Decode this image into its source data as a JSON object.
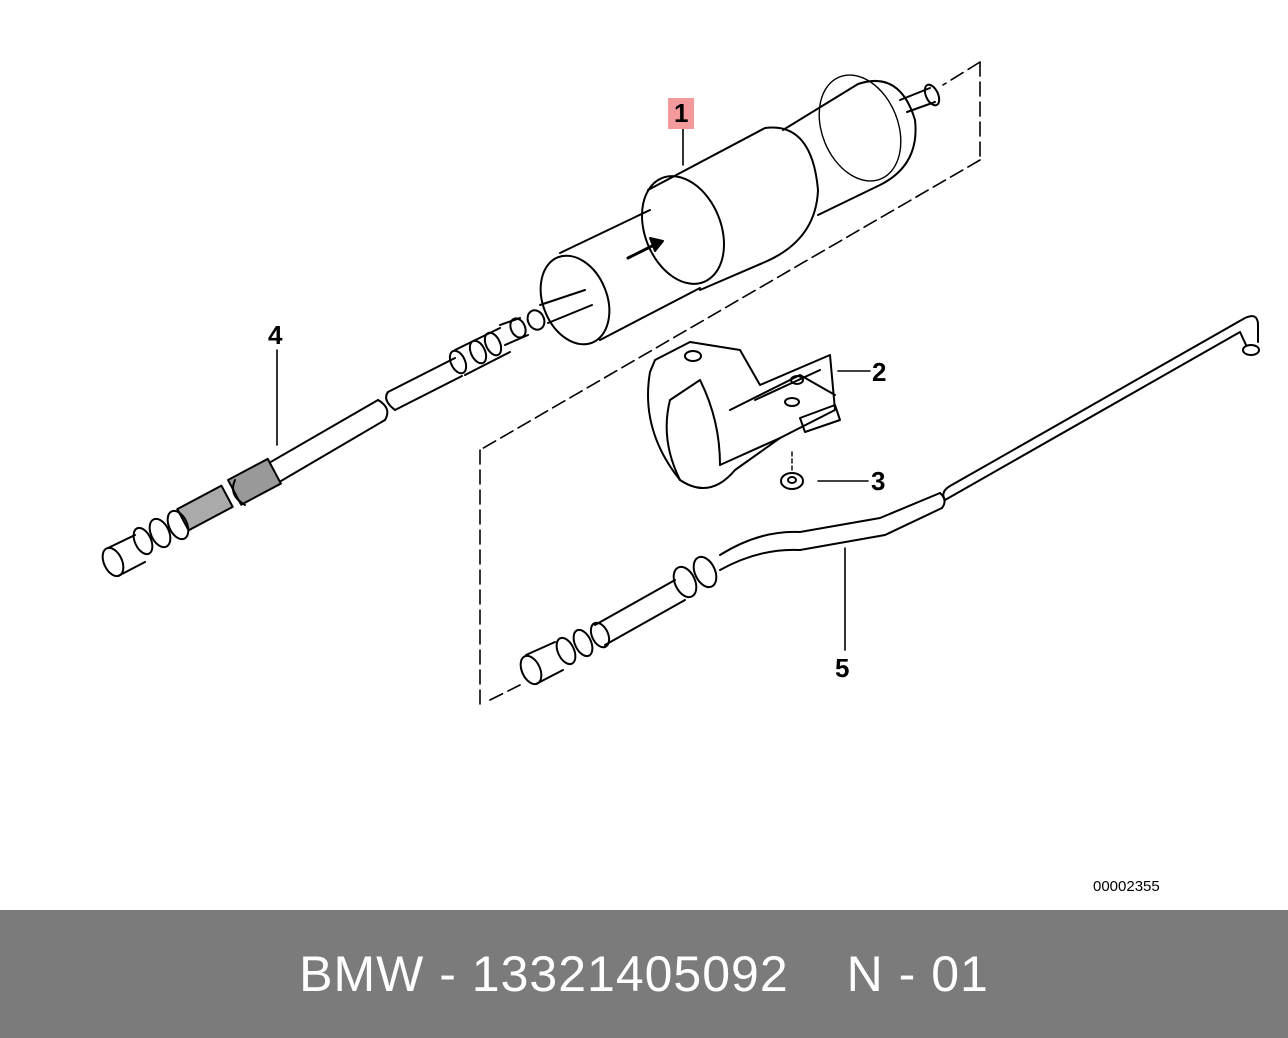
{
  "callouts": {
    "part_1": "1",
    "part_2": "2",
    "part_3": "3",
    "part_4": "4",
    "part_5": "5"
  },
  "drawing_number": "00002355",
  "caption": {
    "part_number_text": "BMW - 13321405092",
    "position_text": "N - 01"
  },
  "colors": {
    "highlight": "#f39a9c",
    "caption_bar": "#7b7b7b",
    "caption_text": "#ffffff",
    "line_art": "#000000"
  }
}
